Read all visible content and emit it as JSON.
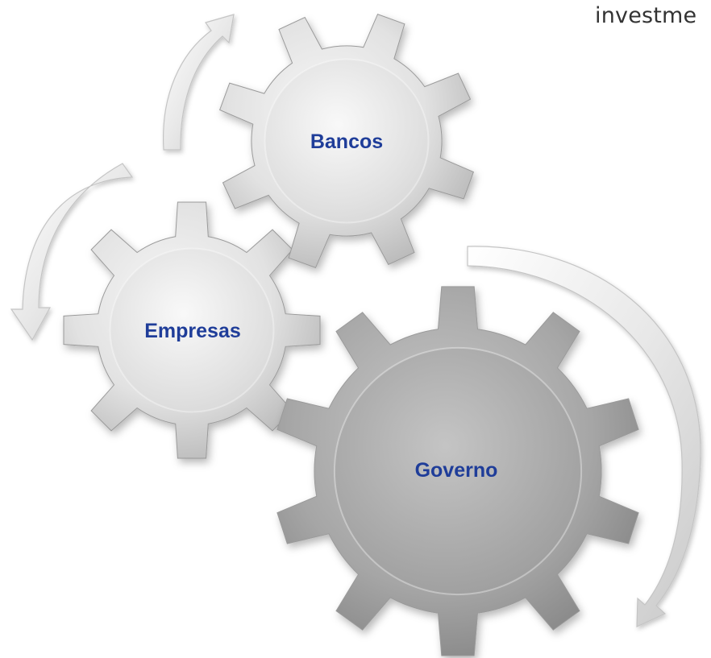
{
  "header": {
    "cropped_text": "investme"
  },
  "gears": [
    {
      "id": "bancos",
      "label": "Bancos",
      "teeth": 8
    },
    {
      "id": "empresas",
      "label": "Empresas",
      "teeth": 8
    },
    {
      "id": "governo",
      "label": "Governo",
      "teeth": 10
    }
  ],
  "colors": {
    "label": "#1f3d99",
    "gear_light": "#f2f2f2",
    "gear_mid": "#d6d6d6",
    "gear_dark": "#a9a9a9",
    "governo_light": "#c8c8c8",
    "governo_dark": "#8a8a8a",
    "arrow": "#e4e4e4",
    "arrow_edge": "#c2c2c2"
  },
  "icons": [
    "curved-arrow-icon"
  ]
}
